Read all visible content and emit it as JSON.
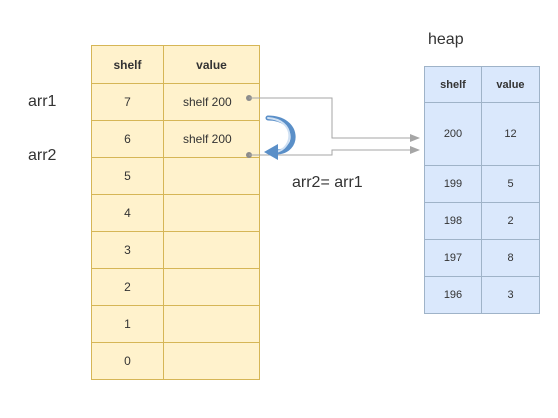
{
  "heap_title": "heap",
  "assignment": "arr2= arr1",
  "variables": [
    "arr1",
    "arr2"
  ],
  "stack": {
    "headers": [
      "shelf",
      "value"
    ],
    "rows": [
      {
        "shelf": "7",
        "value": "shelf 200"
      },
      {
        "shelf": "6",
        "value": "shelf 200"
      },
      {
        "shelf": "5",
        "value": ""
      },
      {
        "shelf": "4",
        "value": ""
      },
      {
        "shelf": "3",
        "value": ""
      },
      {
        "shelf": "2",
        "value": ""
      },
      {
        "shelf": "1",
        "value": ""
      },
      {
        "shelf": "0",
        "value": ""
      }
    ],
    "fill": "#fff2cc",
    "border": "#d6b656"
  },
  "heap": {
    "headers": [
      "shelf",
      "value"
    ],
    "rows": [
      {
        "shelf": "200",
        "value": "12"
      },
      {
        "shelf": "199",
        "value": "5"
      },
      {
        "shelf": "198",
        "value": "2"
      },
      {
        "shelf": "197",
        "value": "8"
      },
      {
        "shelf": "196",
        "value": "3"
      }
    ],
    "fill": "#dae8fc",
    "border": "#9fb3c8"
  },
  "connector_color": "#a6a6a6",
  "curved_arrow_color": "#5a8fc8"
}
